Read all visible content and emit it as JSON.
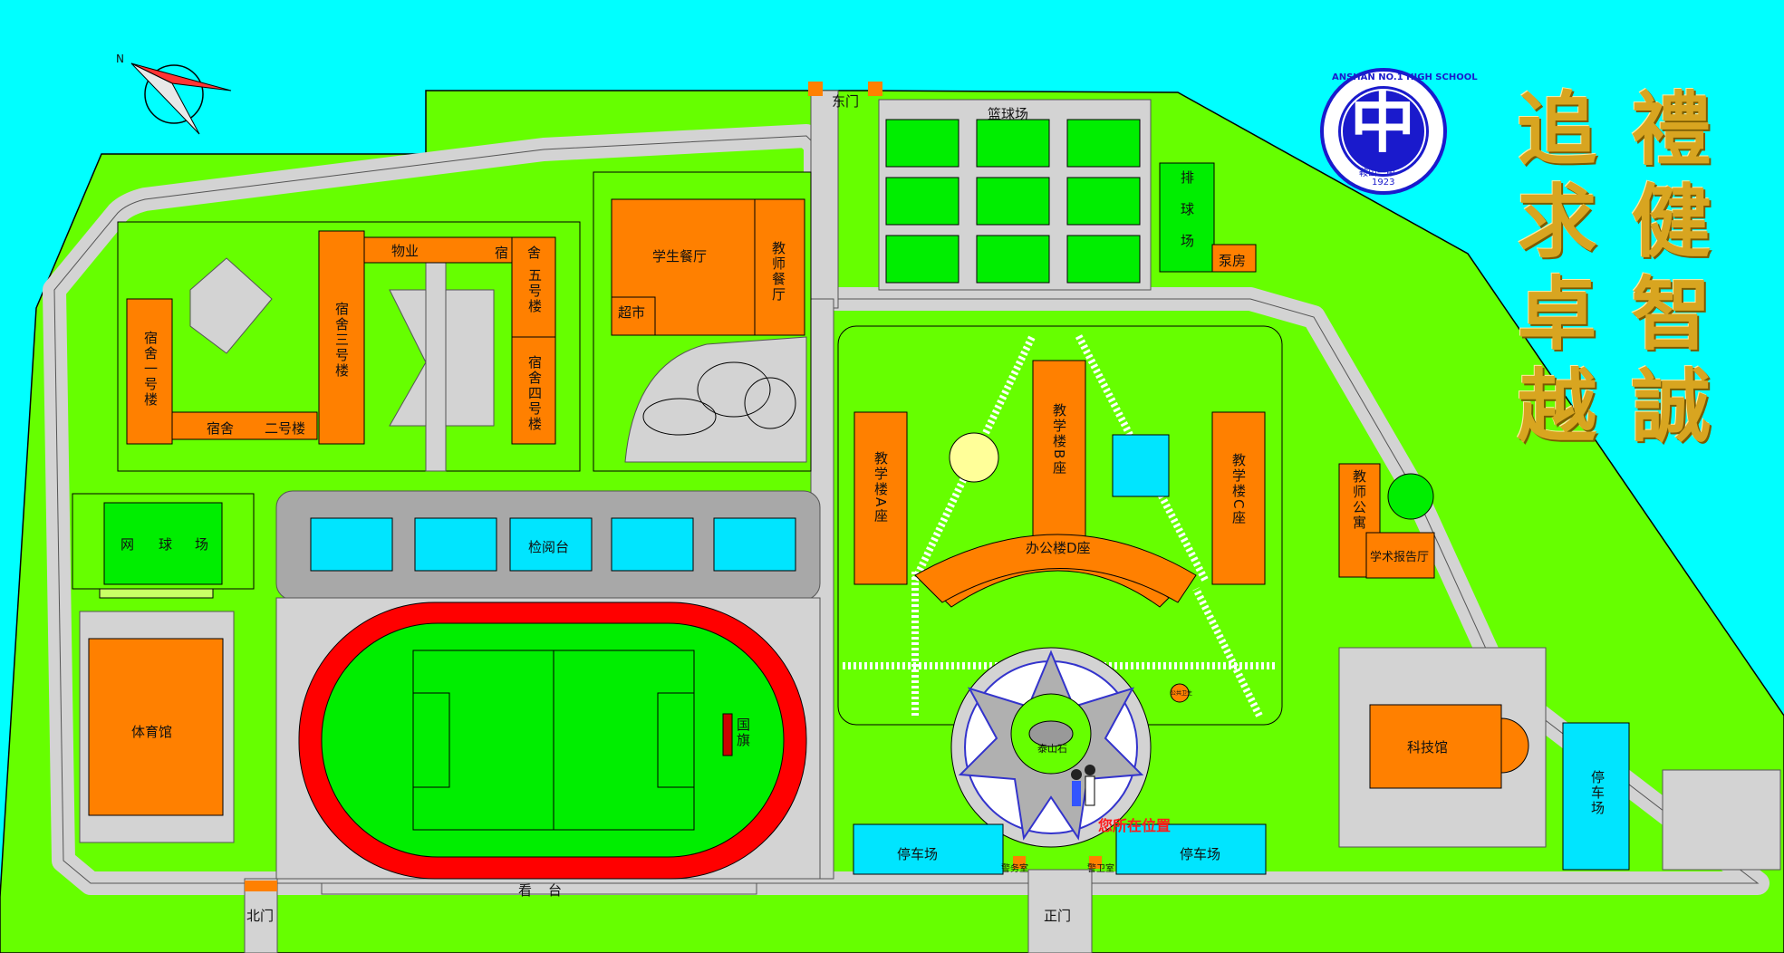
{
  "map": {
    "motto_left": "追求卓越",
    "motto_right": "禮健智誠",
    "logo": {
      "ring_text": "ANSHAN NO.1 HIGH SCHOOL",
      "center_glyph": "中",
      "year": "1923",
      "bottom_text": "鞍山一中"
    },
    "compass_icon": "compass-north-arrow",
    "compass_label": "N",
    "labels": {
      "east_gate": "东门",
      "north_gate": "北门",
      "main_gate": "正门",
      "basketball": "篮球场",
      "volleyball": "排球场",
      "pump_room": "泵房",
      "student_canteen": "学生餐厅",
      "teacher_canteen": "教师餐厅",
      "supermarket": "超市",
      "dorm_1": "宿舍一号楼",
      "dorm_2_a": "宿舍",
      "dorm_2_b": "二号楼",
      "dorm_3": "宿舍三号楼",
      "dorm_4": "宿舍四号楼",
      "dorm_5_a": "宿",
      "dorm_5_b": "舍",
      "dorm_5_c": "五号楼",
      "property": "物业",
      "tennis_1": "网",
      "tennis_2": "球",
      "tennis_3": "场",
      "gym": "体育馆",
      "review_stand": "检阅台",
      "flag": "国旗",
      "stand": "看台",
      "teach_a": "教学楼A座",
      "teach_b": "教学楼B座",
      "teach_c": "教学楼C座",
      "office_d": "办公楼D座",
      "teacher_apt": "教师公寓",
      "lecture_hall": "学术报告厅",
      "science": "科技馆",
      "parking_left": "停车场",
      "parking_mid": "停车场",
      "parking_right": "停车场",
      "taishan_stone": "泰山石",
      "guard_left": "警务室",
      "guard_right": "警卫室",
      "you_are_here": "您所在位置",
      "small_tag": "公共卫生"
    }
  },
  "colors": {
    "sky": "#00ffff",
    "grass": "#66ff00",
    "road": "#d3d3d3",
    "building": "#ff8000",
    "court": "#00ee00",
    "track": "#ff0000",
    "motto_gold": "#d8a520",
    "logo_blue": "#1a1acc"
  }
}
